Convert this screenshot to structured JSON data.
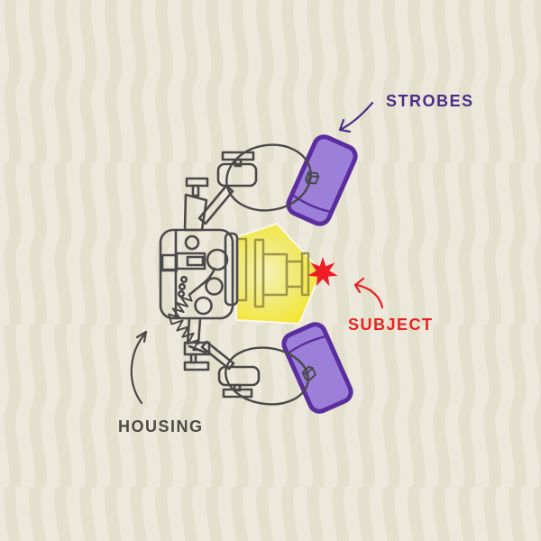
{
  "labels": {
    "strobes": {
      "text": "STROBES"
    },
    "subject": {
      "text": "SUBJECT"
    },
    "housing": {
      "text": "HOUSING"
    }
  },
  "colors": {
    "background": "#ece8db",
    "wave": "#e3decb",
    "line": "#4a4a4a",
    "lens_line": "#9e9547",
    "cone_center": "#f6f2b6",
    "cone_edge": "#f6e51e",
    "strobe_fill": "#9b7fd8",
    "strobe_border": "#5b2d9e",
    "star": "#ee1d25",
    "label_strobes": "#4b2d87",
    "label_subject": "#e8221f",
    "label_housing": "#4b4b47"
  },
  "diagram": {
    "type": "illustration",
    "subject": "underwater camera strobe lighting setup, top view",
    "parts": [
      "camera housing with arms and clamps",
      "two purple strobes on loop arms",
      "yellow light cone from lens",
      "red star burst subject"
    ]
  }
}
